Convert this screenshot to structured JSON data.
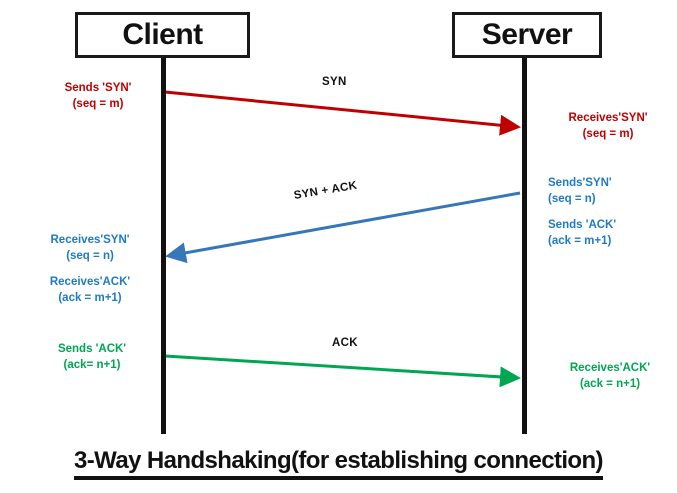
{
  "diagram": {
    "type": "sequence-diagram",
    "title": "3-Way Handshaking(for establishing connection)",
    "nodes": {
      "client": "Client",
      "server": "Server"
    },
    "colors": {
      "syn": "#C00000",
      "syn_ack": "#1F7AC4",
      "ack": "#00A652",
      "line": "#111111"
    },
    "messages": [
      {
        "label": "SYN",
        "direction": "client-to-server",
        "color": "#C00000",
        "source_note": [
          "Sends 'SYN'",
          "(seq = m)"
        ],
        "target_note": [
          "Receives'SYN'",
          "(seq = m)"
        ]
      },
      {
        "label": "SYN + ACK",
        "direction": "server-to-client",
        "color": "#1F7AC4",
        "source_note": [
          "Sends'SYN'",
          "(seq = n)",
          "Sends 'ACK'",
          "(ack = m+1)"
        ],
        "target_note": [
          "Receives'SYN'",
          "(seq = n)",
          "Receives'ACK'",
          "(ack = m+1)"
        ]
      },
      {
        "label": "ACK",
        "direction": "client-to-server",
        "color": "#00A652",
        "source_note": [
          "Sends 'ACK'",
          "(ack= n+1)"
        ],
        "target_note": [
          "Receives'ACK'",
          "(ack = n+1)"
        ]
      }
    ],
    "notes": {
      "client_syn_l1": "Sends 'SYN'",
      "client_syn_l2": "(seq = m)",
      "server_syn_l1": "Receives'SYN'",
      "server_syn_l2": "(seq = m)",
      "server_synack_l1": "Sends'SYN'",
      "server_synack_l2": "(seq = n)",
      "server_synack_l3": "Sends 'ACK'",
      "server_synack_l4": "(ack = m+1)",
      "client_synack_l1": "Receives'SYN'",
      "client_synack_l2": "(seq = n)",
      "client_synack_l3": "Receives'ACK'",
      "client_synack_l4": "(ack = m+1)",
      "client_ack_l1": "Sends 'ACK'",
      "client_ack_l2": "(ack= n+1)",
      "server_ack_l1": "Receives'ACK'",
      "server_ack_l2": "(ack = n+1)"
    },
    "arrow_labels": {
      "syn": "SYN",
      "syn_ack": "SYN + ACK",
      "ack": "ACK"
    }
  }
}
